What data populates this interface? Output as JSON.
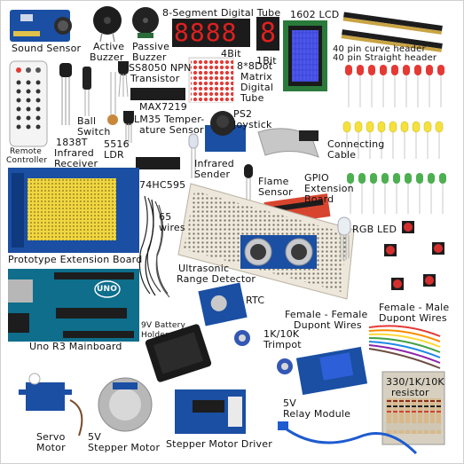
{
  "image": {
    "description_free": true,
    "colors": {
      "pcb_blue": "#1a4fa3",
      "arduino_teal": "#0e6e8c",
      "breadboard": "#eeeae0",
      "led_red": "#e53935",
      "led_yellow": "#f5e13b",
      "led_green": "#4caf50",
      "lcd_screen": "#3a45d8",
      "seg_red": "#e02020",
      "relay_blue": "#2d5fd8",
      "motor_silver": "#b8b8b8"
    }
  },
  "labels": {
    "sound_sensor": "Sound Sensor",
    "active_buzzer_1": "Active",
    "active_buzzer_2": "Buzzer",
    "passive_buzzer_1": "Passive",
    "passive_buzzer_2": "Buzzer",
    "seg_digital_tube": "8-Segment Digital Tube",
    "four_bit": "4Bit",
    "one_bit": "1Bit",
    "lcd_1602": "1602 LCD",
    "curve_header": "40 pin curve header",
    "straight_header": "40 pin  Straight header",
    "remote_1": "Remote",
    "remote_2": "Controller",
    "ss8050_1": "SS8050 NPN",
    "ss8050_2": "Transistor",
    "max7219": "MAX7219",
    "matrix_1": "8*8Dot",
    "matrix_2": "Matrix",
    "matrix_3": "Digital",
    "matrix_4": "Tube",
    "ball_switch_1": "Ball",
    "ball_switch_2": "Switch",
    "ir_1838t": "1838T",
    "infrared_receiver_1": "Infrared",
    "infrared_receiver_2": "Receiver",
    "ldr_1": "5516",
    "ldr_2": "LDR",
    "lm35_1": "LM35 Temper-",
    "lm35_2": "ature Sensor",
    "ps2_1": "PS2",
    "ps2_2": "Joystick",
    "connecting_1": "Connecting",
    "connecting_2": "Cable",
    "ic_74hc595": "74HC595",
    "infrared_sender_1": "Infrared",
    "infrared_sender_2": "Sender",
    "flame_1": "Flame",
    "flame_2": "Sensor",
    "gpio_1": "GPIO",
    "gpio_2": "Extension",
    "gpio_3": "Board",
    "wires_1": "65",
    "wires_2": "wires",
    "rgb_led": "RGB LED",
    "prototype_board": "Prototype Extension Board",
    "ultrasonic_1": "Ultrasonic",
    "ultrasonic_2": "Range Detector",
    "rtc": "RTC",
    "female_male_1": "Female - Male",
    "female_male_2": "Dupont Wires",
    "female_female_1": "Female - Female",
    "female_female_2": "Dupont Wires",
    "battery_1": "9V Battery",
    "battery_2": "Holder",
    "trimpot_1": "1K/10K",
    "trimpot_2": "Trimpot",
    "uno_mainboard": "Uno R3 Mainboard",
    "servo_1": "Servo",
    "servo_2": "Motor",
    "stepper_motor_1": "5V",
    "stepper_motor_2": "Stepper Motor",
    "stepper_driver": "Stepper Motor Driver",
    "relay_1": "5V",
    "relay_2": "Relay Module",
    "resistor_1": "330/1K/10K",
    "resistor_2": "resistor",
    "seg4_display": "8888",
    "seg1_display": "8",
    "uno_logo": "UNO"
  }
}
